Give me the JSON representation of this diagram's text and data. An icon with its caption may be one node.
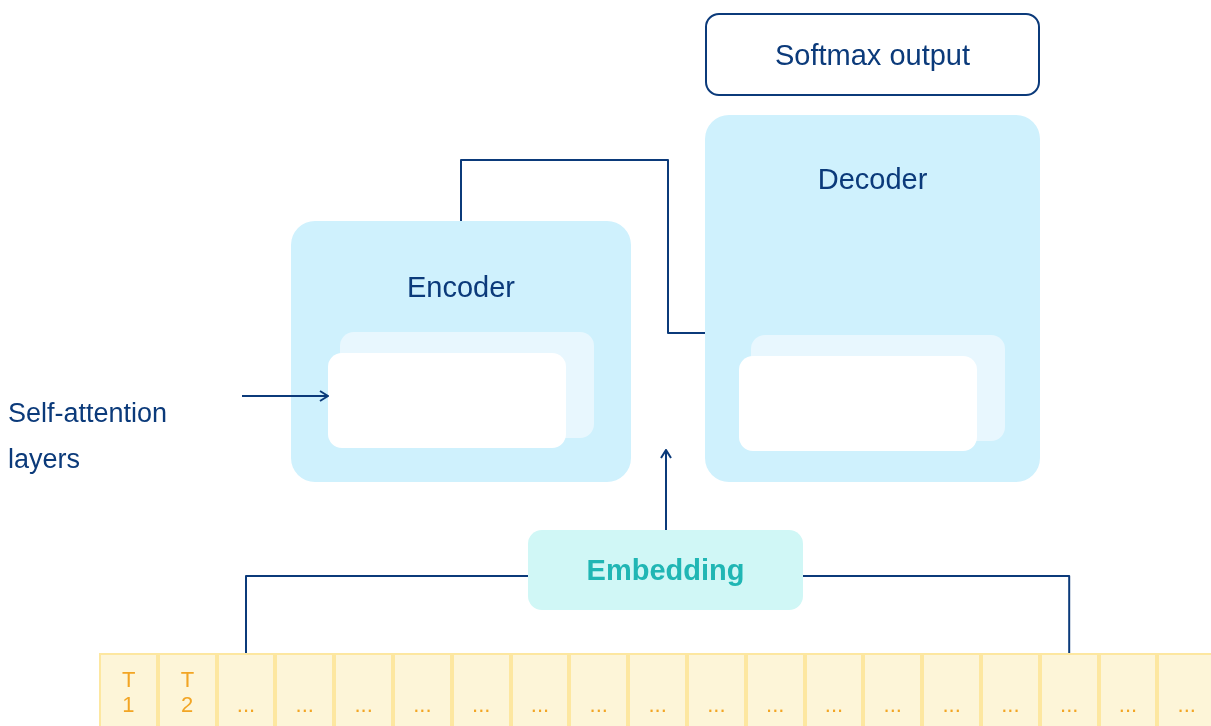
{
  "diagram": {
    "nodes": [
      {
        "text": [
          "Softmax output"
        ]
      },
      {
        "text": [
          "Decoder"
        ]
      },
      {
        "text": [],
        "shape": "box",
        "in": 1
      },
      {
        "text": [
          "Encoder"
        ]
      },
      {
        "text": [],
        "shape": "box",
        "in": 3
      },
      {
        "text": [
          "Self-attention layers"
        ]
      },
      {
        "text": [
          "Embedding"
        ]
      },
      {
        "text": [
          "T 1"
        ]
      },
      {
        "text": [
          "T 2"
        ]
      },
      {
        "text": [
          "..."
        ]
      },
      {
        "text": [
          "..."
        ]
      },
      {
        "text": [
          "..."
        ]
      },
      {
        "text": [
          "..."
        ]
      },
      {
        "text": [
          "..."
        ]
      },
      {
        "text": [
          "..."
        ]
      },
      {
        "text": [
          "..."
        ]
      },
      {
        "text": [
          "..."
        ]
      },
      {
        "text": [
          "..."
        ]
      },
      {
        "text": [
          "..."
        ]
      },
      {
        "text": [
          "..."
        ]
      },
      {
        "text": [
          "..."
        ]
      },
      {
        "text": [
          "..."
        ]
      },
      {
        "text": [
          "..."
        ]
      },
      {
        "text": [
          "..."
        ]
      },
      {
        "text": [
          "..."
        ]
      },
      {
        "text": [
          "..."
        ]
      }
    ],
    "edges": [
      {
        "from": 3,
        "to": 1,
        "arrow": "none"
      },
      {
        "from": 5,
        "to": 4,
        "arrow": "to"
      },
      {
        "from": 6,
        "to": null,
        "arrow": "to"
      },
      {
        "from": 9,
        "to": 6,
        "arrow": "none"
      },
      {
        "from": 23,
        "to": 6,
        "arrow": "none"
      }
    ]
  }
}
